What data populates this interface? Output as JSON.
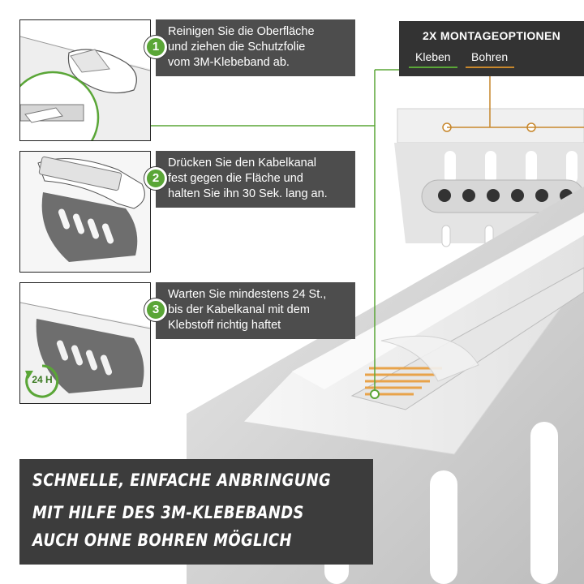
{
  "steps": [
    {
      "number": "1",
      "text": "Reinigen Sie die Oberfläche\nund ziehen die Schutzfolie\nvom 3M-Klebeband ab."
    },
    {
      "number": "2",
      "text": "Drücken Sie den Kabelkanal\nfest gegen die Fläche und\nhalten Sie ihn 30 Sek. lang an."
    },
    {
      "number": "3",
      "text": "Warten Sie mindestens 24 St.,\nbis der Kabelkanal mit dem\nKlebstoff richtig haftet"
    }
  ],
  "timer_badge": "24 H",
  "mounting": {
    "title": "2X MONTAGEOPTIONEN",
    "options": [
      "Kleben",
      "Bohren"
    ]
  },
  "slogan": {
    "lines": [
      "SCHNELLE, EINFACHE ANBRINGUNG",
      "MIT HILFE DES 3M-KLEBEBANDS",
      "AUCH OHNE BOHREN MÖGLICH"
    ]
  },
  "colors": {
    "accent_green": "#5aa637",
    "accent_orange": "#c7872c",
    "panel_dark": "#4d4d4d",
    "panel_darker": "#333333"
  },
  "icons": [
    "hand-icon",
    "clock-arrow-icon",
    "cable-tray-icon",
    "screw-hole-icon",
    "power-strip-icon"
  ]
}
